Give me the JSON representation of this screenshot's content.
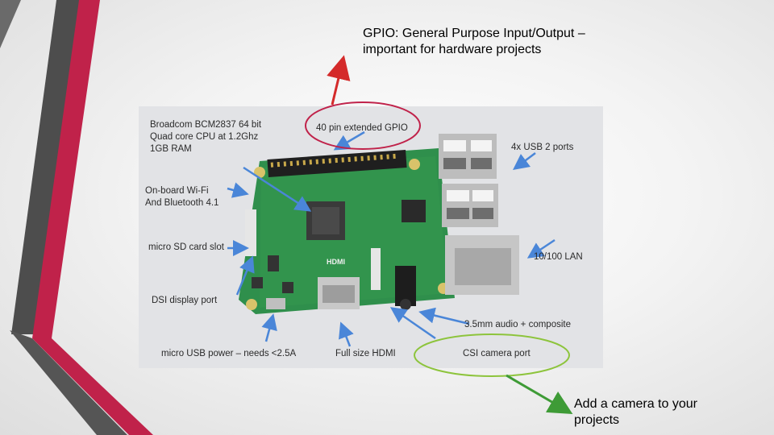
{
  "slide": {
    "gpio_note_line1": "GPIO:  General Purpose Input/Output –",
    "gpio_note_line2": "important for hardware projects",
    "camera_note_line1": "Add a camera to your",
    "camera_note_line2": "projects"
  },
  "photo": {
    "label_soc_1": "Broadcom BCM2837 64 bit",
    "label_soc_2": "Quad core CPU at 1.2Ghz",
    "label_soc_3": "1GB RAM",
    "label_gpio": "40 pin extended GPIO",
    "label_usb": "4x USB 2 ports",
    "label_wifi_1": "On-board Wi-Fi",
    "label_wifi_2": "And Bluetooth 4.1",
    "label_sd": "micro SD card slot",
    "label_lan": "10/100 LAN",
    "label_dsi": "DSI display port",
    "label_audio": "3.5mm audio + composite",
    "label_power": "micro USB power – needs <2.5A",
    "label_hdmi": "Full size HDMI",
    "label_csi": "CSI camera port",
    "board_hdmi_text": "HDMI"
  },
  "colors": {
    "accent_red": "#c0224a",
    "accent_gray": "#555555",
    "annotation_arrow_blue": "#4a86d8",
    "gpio_highlight_red": "#c0224a",
    "gpio_arrow_red": "#d42a2a",
    "csi_highlight_green": "#8dc43c",
    "csi_arrow_green": "#3e9b36",
    "board_green": "#2f8f4c"
  }
}
